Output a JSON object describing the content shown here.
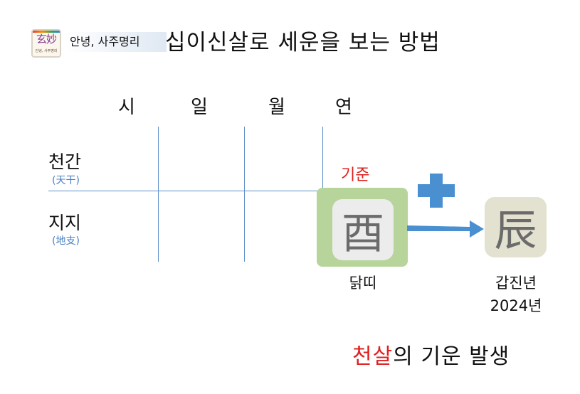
{
  "header": {
    "logo_text": "玄妙",
    "logo_subtext": "안녕, 사주명리",
    "brand": "안녕, 사주명리",
    "title": "십이신살로 세운을 보는 방법"
  },
  "pillars": {
    "hour": "시",
    "day": "일",
    "month": "월",
    "year": "연"
  },
  "rows": {
    "stem": {
      "label": "천간",
      "sub": "(天干)"
    },
    "branch": {
      "label": "지지",
      "sub": "(地支)"
    }
  },
  "diagram": {
    "key_label": "기준",
    "source_char": "酉",
    "source_caption": "닭띠",
    "plus_symbol": "+",
    "target_char": "辰",
    "target_caption_line1": "갑진년",
    "target_caption_line2": "2024년"
  },
  "conclusion": {
    "highlight": "천살",
    "rest": "의 기운 발생"
  },
  "colors": {
    "grid": "#5b8fc8",
    "accent_red": "#e02020",
    "source_frame": "#b7d49a",
    "target_tile": "#e3e2d1",
    "arrow": "#4a8fd0"
  }
}
